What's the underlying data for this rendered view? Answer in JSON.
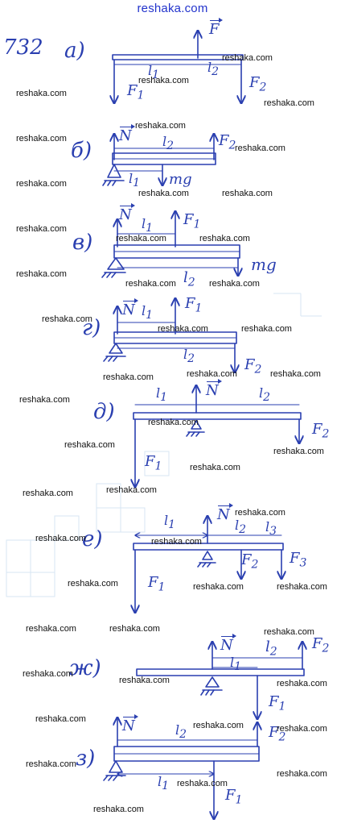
{
  "header": {
    "site": "reshaka.com"
  },
  "problem": {
    "number": "732"
  },
  "watermark": "reshaka.com",
  "parts": {
    "a": {
      "label": "а)",
      "forces": {
        "F": "F",
        "F1": "F",
        "F1_sub": "1",
        "F2": "F",
        "F2_sub": "2"
      },
      "lengths": {
        "l1": "l",
        "l1_sub": "1",
        "l2": "l",
        "l2_sub": "2"
      }
    },
    "b": {
      "label": "б)",
      "forces": {
        "N": "N",
        "F2": "F",
        "F2_sub": "2",
        "mg": "mg"
      },
      "lengths": {
        "l1": "l",
        "l1_sub": "1",
        "l2": "l",
        "l2_sub": "2"
      }
    },
    "v": {
      "label": "в)",
      "forces": {
        "N": "N",
        "F1": "F",
        "F1_sub": "1",
        "mg": "mg"
      },
      "lengths": {
        "l1": "l",
        "l1_sub": "1",
        "l2": "l",
        "l2_sub": "2"
      }
    },
    "g": {
      "label": "г)",
      "forces": {
        "N": "N",
        "F1": "F",
        "F1_sub": "1",
        "F2": "F",
        "F2_sub": "2"
      },
      "lengths": {
        "l1": "l",
        "l1_sub": "1",
        "l2": "l",
        "l2_sub": "2"
      }
    },
    "d": {
      "label": "д)",
      "forces": {
        "N": "N",
        "F1": "F",
        "F1_sub": "1",
        "F2": "F",
        "F2_sub": "2"
      },
      "lengths": {
        "l1": "l",
        "l1_sub": "1",
        "l2": "l",
        "l2_sub": "2"
      }
    },
    "e": {
      "label": "е)",
      "forces": {
        "N": "N",
        "F1": "F",
        "F1_sub": "1",
        "F2": "F",
        "F2_sub": "2",
        "F3": "F",
        "F3_sub": "3"
      },
      "lengths": {
        "l1": "l",
        "l1_sub": "1",
        "l2": "l",
        "l2_sub": "2",
        "l3": "l",
        "l3_sub": "3"
      }
    },
    "zh": {
      "label": "ж)",
      "forces": {
        "N": "N",
        "F1": "F",
        "F1_sub": "1",
        "F2": "F",
        "F2_sub": "2"
      },
      "lengths": {
        "l1": "l",
        "l1_sub": "1",
        "l2": "l",
        "l2_sub": "2"
      }
    },
    "z": {
      "label": "з)",
      "forces": {
        "N": "N",
        "F1": "F",
        "F1_sub": "1",
        "F2": "F",
        "F2_sub": "2"
      },
      "lengths": {
        "l1": "l",
        "l1_sub": "1",
        "l2": "l",
        "l2_sub": "2"
      }
    }
  },
  "colors": {
    "ink": "#2a3fb0",
    "watermark": "#111111",
    "header": "#2233cc",
    "grid": "#d7e6f3"
  }
}
